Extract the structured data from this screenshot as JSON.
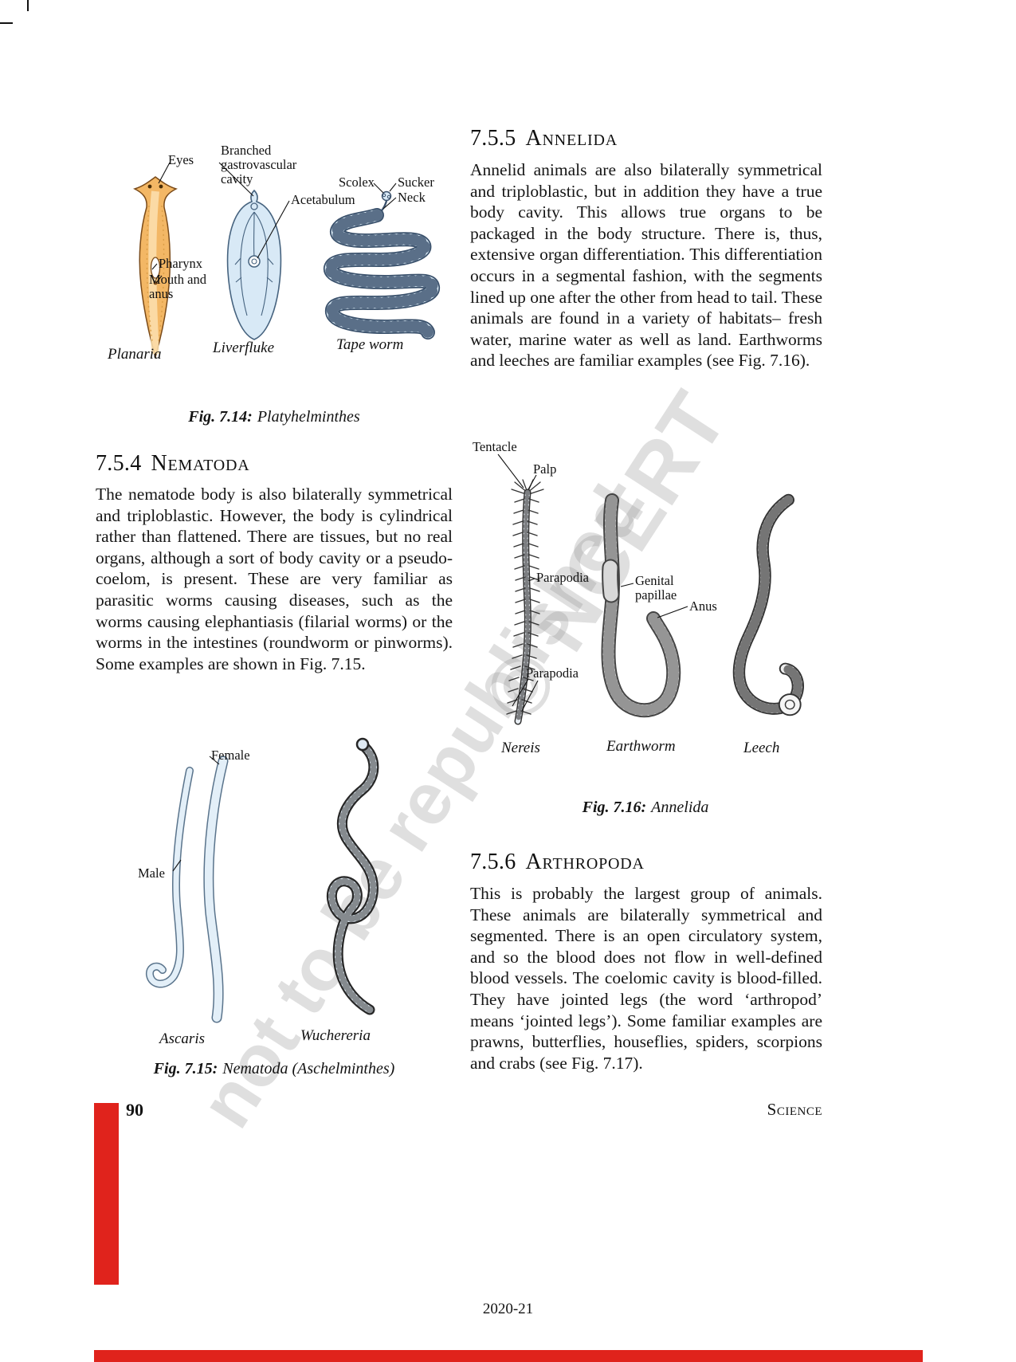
{
  "colors": {
    "accent_red": "#e0231c",
    "planaria_orange": "#f3b765",
    "diagram_blue": "#d8e9f6"
  },
  "watermark": {
    "line1": "© NCERT",
    "line2": "not to be republished"
  },
  "fig714": {
    "labels": {
      "eyes": "Eyes",
      "branched": "Branched gastrovascular cavity",
      "pharynx": "Pharynx",
      "mouth": "Mouth and anus",
      "acetabulum": "Acetabulum",
      "scolex": "Scolex",
      "sucker": "Sucker",
      "neck": "Neck"
    },
    "names": {
      "planaria": "Planaria",
      "liverfluke": "Liverfluke",
      "tapeworm": "Tape worm"
    },
    "caption_label": "Fig. 7.14:",
    "caption_text": "Platyhelminthes"
  },
  "sec754": {
    "heading_num": "7.5.4",
    "heading_text": "Nematoda",
    "body": "The nematode body is also bilaterally symmetrical and triploblastic. However, the body is cylindrical rather than flattened. There are tissues, but no real organs, although a sort of body cavity or a pseudo-coelom, is present. These are very familiar as parasitic worms causing diseases, such as the worms causing elephantiasis (filarial worms) or the worms in the intestines (roundworm or pinworms). Some examples are shown in Fig. 7.15."
  },
  "fig715": {
    "labels": {
      "female": "Female",
      "male": "Male"
    },
    "names": {
      "ascaris": "Ascaris",
      "wuchereria": "Wuchereria"
    },
    "caption_label": "Fig. 7.15:",
    "caption_text": "Nematoda (Aschelminthes)"
  },
  "sec755": {
    "heading_num": "7.5.5",
    "heading_text": "Annelida",
    "body": "Annelid animals are also bilaterally symmetrical and triploblastic, but in addition they have a true body cavity. This allows true organs to be packaged in the body structure. There is, thus, extensive organ differentiation. This differentiation occurs in a segmental fashion, with the segments lined up one after the other from head to tail. These animals are found in a variety of habitats– fresh water, marine water as well as land. Earthworms and leeches are familiar examples (see Fig.  7.16)."
  },
  "fig716": {
    "labels": {
      "tentacle": "Tentacle",
      "palp": "Palp",
      "parapodia1": "Parapodia",
      "genital": "Genital papillae",
      "anus": "Anus",
      "parapodia2": "Parapodia"
    },
    "names": {
      "nereis": "Nereis",
      "earthworm": "Earthworm",
      "leech": "Leech"
    },
    "caption_label": "Fig. 7.16:",
    "caption_text": "Annelida"
  },
  "sec756": {
    "heading_num": "7.5.6",
    "heading_text": "Arthropoda",
    "body": "This is probably the largest group of animals. These animals are bilaterally symmetrical and segmented. There is an open circulatory system, and so the blood does not flow in well-defined blood vessels. The coelomic cavity is blood-filled. They have jointed legs (the word ‘arthropod’ means ‘jointed legs’). Some familiar examples are prawns, butterflies, houseflies, spiders, scorpions and crabs (see Fig. 7.17)."
  },
  "footer": {
    "page_number": "90",
    "journal": "Science",
    "year_line": "2020-21"
  }
}
